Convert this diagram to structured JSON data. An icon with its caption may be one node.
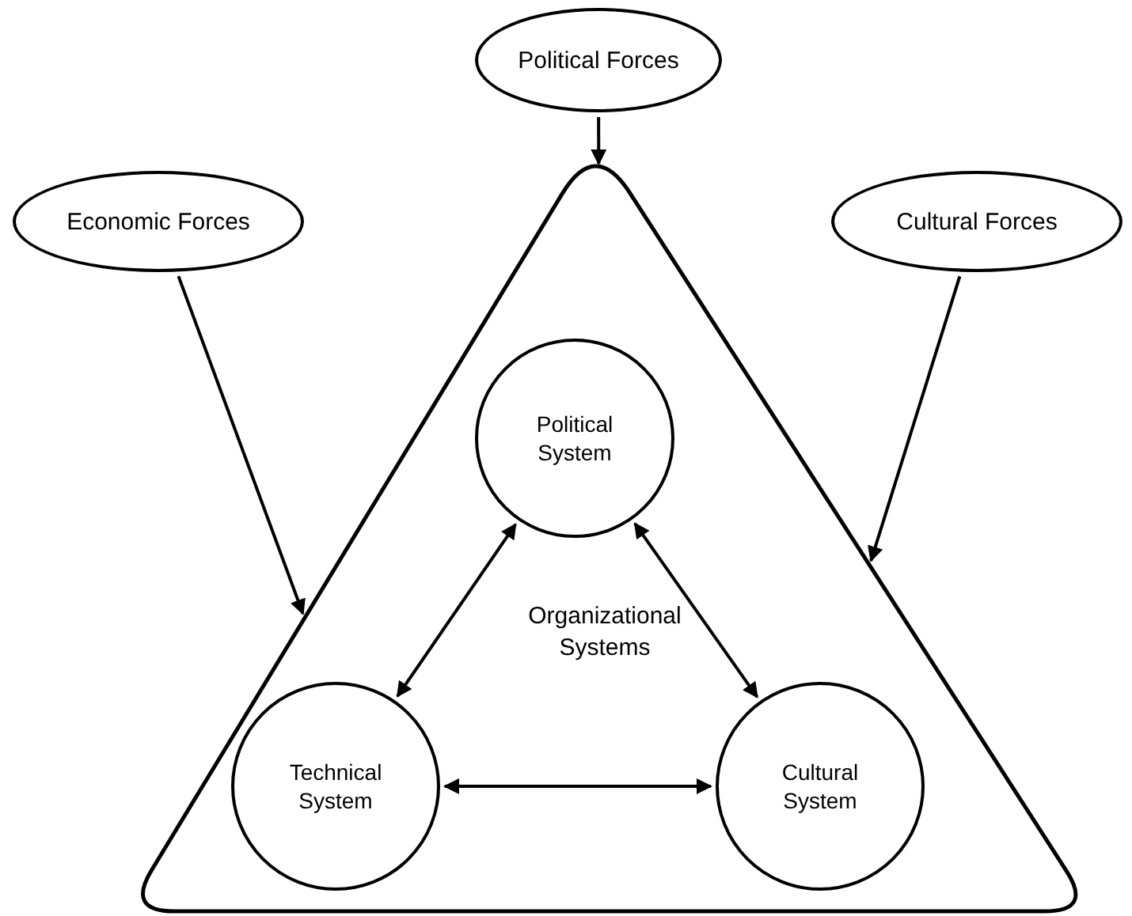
{
  "diagram": {
    "nodes": [
      {
        "text": [
          "Political Forces"
        ]
      },
      {
        "text": [
          "Economic Forces"
        ]
      },
      {
        "text": [
          "Cultural Forces"
        ]
      },
      {
        "text": [
          "Organizational Systems"
        ]
      },
      {
        "text": [
          "Political System"
        ],
        "in": 3
      },
      {
        "text": [
          "Technical System"
        ],
        "in": 3
      },
      {
        "text": [
          "Cultural System"
        ],
        "in": 3
      }
    ],
    "edges": [
      {
        "from": 0,
        "to": 3,
        "arrow": "to"
      },
      {
        "from": 1,
        "to": 3,
        "arrow": "to"
      },
      {
        "from": 2,
        "to": 3,
        "arrow": "to"
      },
      {
        "from": 4,
        "to": 5,
        "arrow": "both"
      },
      {
        "from": 4,
        "to": 6,
        "arrow": "both"
      },
      {
        "from": 5,
        "to": 6,
        "arrow": "both"
      }
    ]
  }
}
